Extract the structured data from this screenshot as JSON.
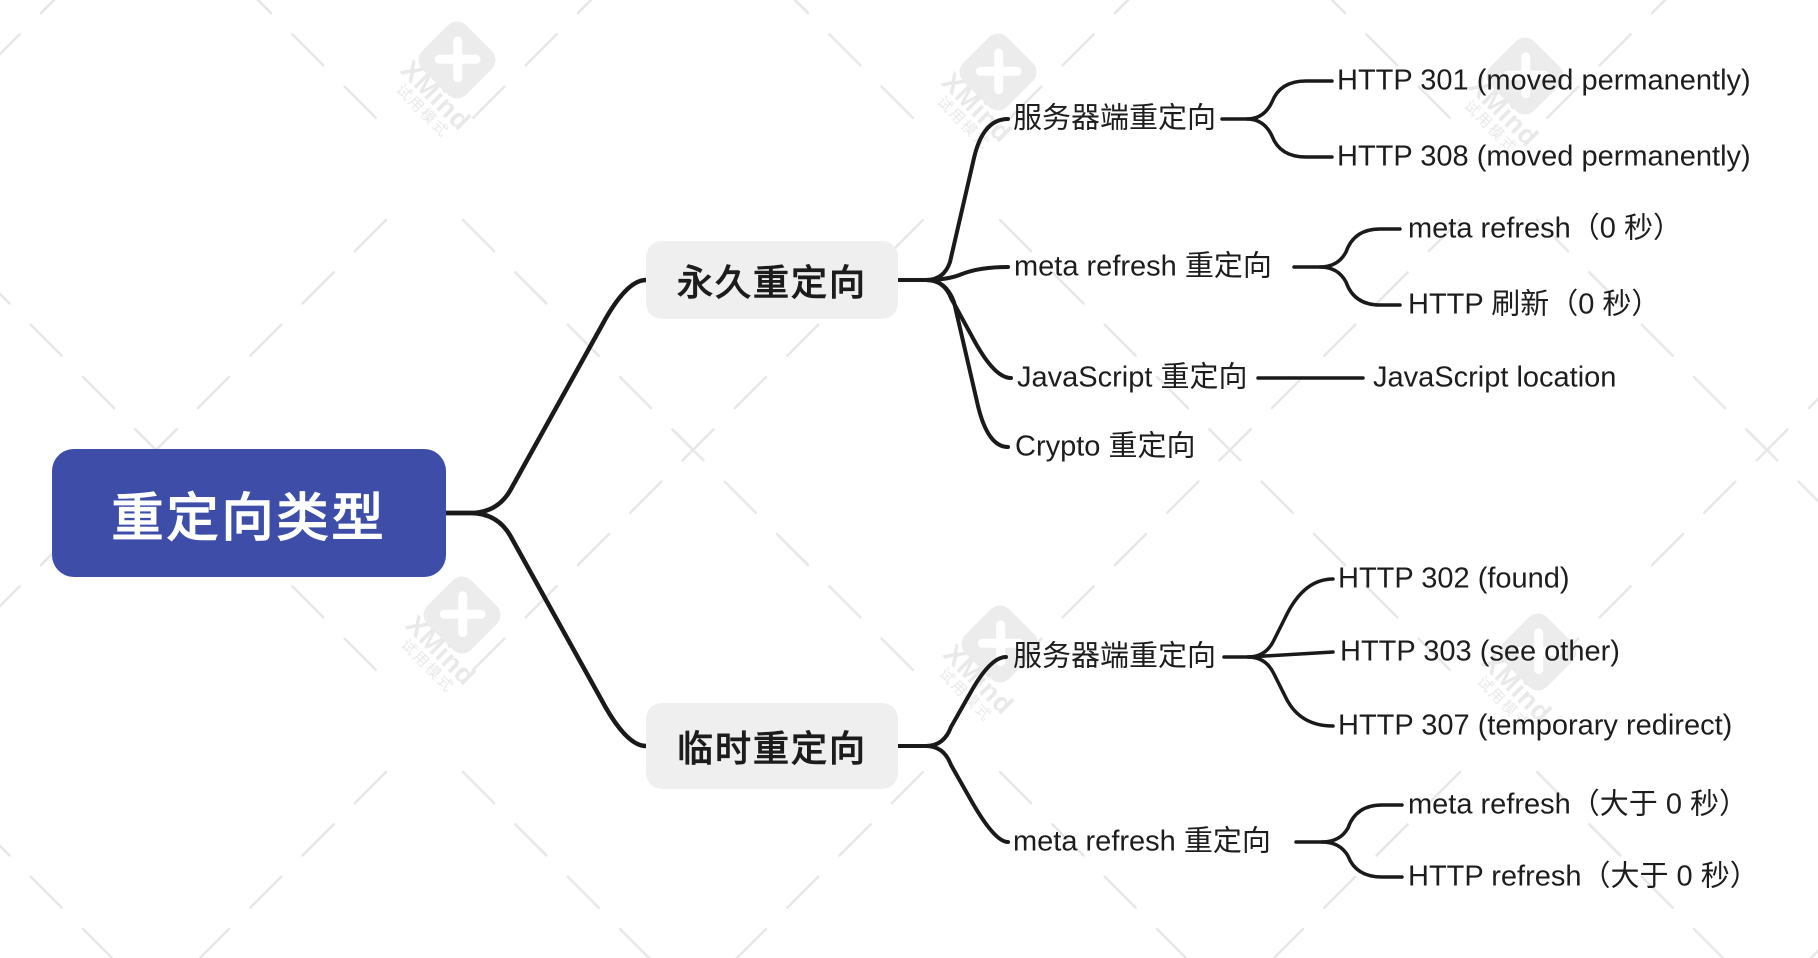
{
  "watermark": {
    "brand": "XMind",
    "trial": "试用模式"
  },
  "colors": {
    "root_bg": "#3e4ea8",
    "root_text": "#ffffff",
    "branch_bg": "#efefef",
    "topic_text": "#1d1d1d",
    "connector": "#1a1a1a",
    "watermark": "#e9e9e9"
  },
  "mindmap": {
    "root": {
      "label": "重定向类型"
    },
    "branches": [
      {
        "label": "永久重定向",
        "children": [
          {
            "label": "服务器端重定向",
            "children": [
              {
                "label": "HTTP 301 (moved permanently)"
              },
              {
                "label": "HTTP 308 (moved permanently)"
              }
            ]
          },
          {
            "label": "meta refresh 重定向",
            "children": [
              {
                "label": "meta refresh（0 秒）"
              },
              {
                "label": "HTTP 刷新（0 秒）"
              }
            ]
          },
          {
            "label": "JavaScript 重定向",
            "children": [
              {
                "label": "JavaScript location"
              }
            ]
          },
          {
            "label": "Crypto 重定向",
            "children": []
          }
        ]
      },
      {
        "label": "临时重定向",
        "children": [
          {
            "label": "服务器端重定向",
            "children": [
              {
                "label": "HTTP 302 (found)"
              },
              {
                "label": "HTTP 303 (see other)"
              },
              {
                "label": "HTTP 307 (temporary redirect)"
              }
            ]
          },
          {
            "label": "meta refresh 重定向",
            "children": [
              {
                "label": "meta refresh（大于 0 秒）"
              },
              {
                "label": "HTTP refresh（大于 0 秒）"
              }
            ]
          }
        ]
      }
    ]
  }
}
